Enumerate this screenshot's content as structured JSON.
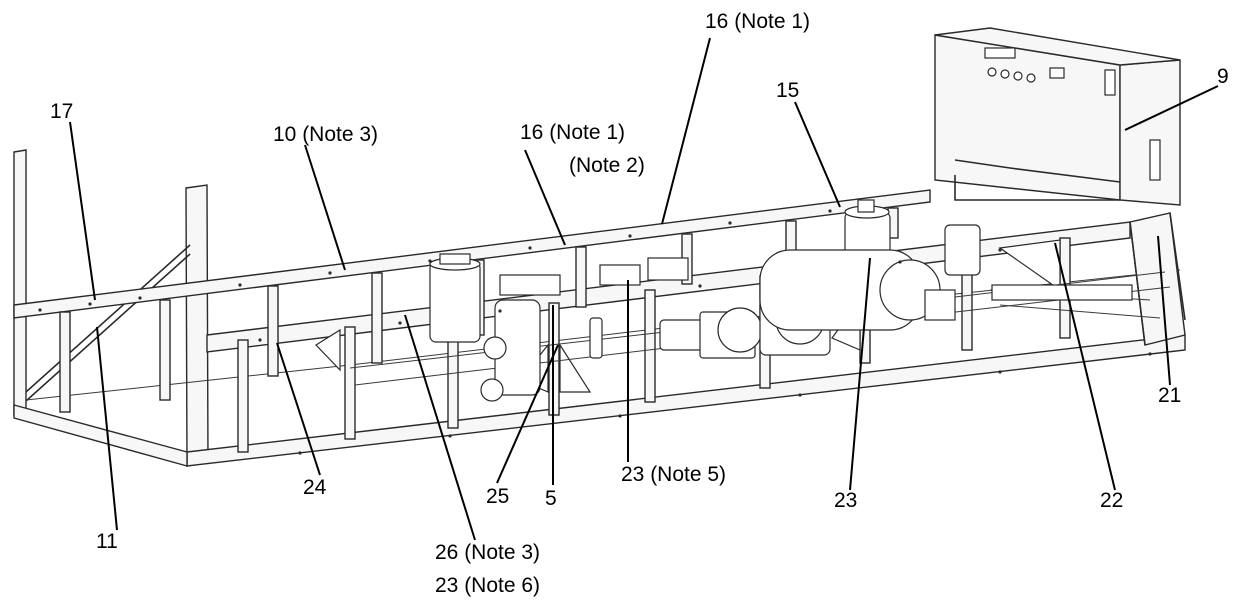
{
  "callouts": [
    {
      "id": "c17",
      "text": "17"
    },
    {
      "id": "c10",
      "text": "10 (Note 3)"
    },
    {
      "id": "c16a",
      "text": "16 (Note 1)"
    },
    {
      "id": "c16b",
      "text": "(Note 2)"
    },
    {
      "id": "c16top",
      "text": "16 (Note 1)"
    },
    {
      "id": "c15",
      "text": "15"
    },
    {
      "id": "c9",
      "text": "9"
    },
    {
      "id": "c21",
      "text": "21"
    },
    {
      "id": "c22",
      "text": "22"
    },
    {
      "id": "c23a",
      "text": "23"
    },
    {
      "id": "c23n5",
      "text": "23 (Note 5)"
    },
    {
      "id": "c5",
      "text": "5"
    },
    {
      "id": "c25",
      "text": "25"
    },
    {
      "id": "c24",
      "text": "24"
    },
    {
      "id": "c11",
      "text": "11"
    },
    {
      "id": "c26",
      "text": "26 (Note 3)"
    },
    {
      "id": "c23n6",
      "text": "23 (Note 6)"
    }
  ]
}
